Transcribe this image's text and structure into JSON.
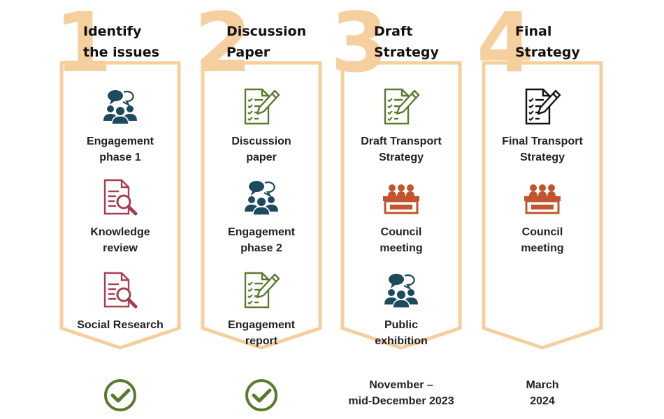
{
  "stages": [
    {
      "number": "1",
      "title_line1": "Identify",
      "title_line2": "the issues",
      "items": [
        {
          "icon": "people-discussion-icon",
          "label": "Engagement\nphase 1"
        },
        {
          "icon": "document-search-icon",
          "label": "Knowledge\nreview"
        },
        {
          "icon": "document-search-icon",
          "label": "Social Research"
        }
      ],
      "status": {
        "type": "check",
        "icon": "check-circle-icon"
      }
    },
    {
      "number": "2",
      "title_line1": "Discussion",
      "title_line2": "Paper",
      "items": [
        {
          "icon": "checklist-pen-icon",
          "label": "Discussion\npaper"
        },
        {
          "icon": "people-discussion-icon",
          "label": "Engagement\nphase 2"
        },
        {
          "icon": "checklist-pen-icon",
          "label": "Engagement\nreport"
        }
      ],
      "status": {
        "type": "check",
        "icon": "check-circle-icon"
      }
    },
    {
      "number": "3",
      "title_line1": "Draft",
      "title_line2": "Strategy",
      "items": [
        {
          "icon": "checklist-pen-icon",
          "label": "Draft Transport\nStrategy"
        },
        {
          "icon": "council-meeting-icon",
          "label": "Council\nmeeting"
        },
        {
          "icon": "people-discussion-icon",
          "label": "Public\nexhibition"
        }
      ],
      "status": {
        "type": "text",
        "text": "November –\nmid-December 2023"
      }
    },
    {
      "number": "4",
      "title_line1": "Final",
      "title_line2": "Strategy",
      "items": [
        {
          "icon": "checklist-pen-black-icon",
          "label": "Final Transport\nStrategy"
        },
        {
          "icon": "council-meeting-icon",
          "label": "Council\nmeeting"
        }
      ],
      "status": {
        "type": "text",
        "text": "March\n2024"
      }
    }
  ],
  "colors": {
    "banner": "#f6cf9e",
    "navy": "#1e4a5e",
    "maroon": "#a53f4f",
    "green": "#5a7a2e",
    "rust": "#c2552d",
    "check": "#5a7a2e"
  }
}
